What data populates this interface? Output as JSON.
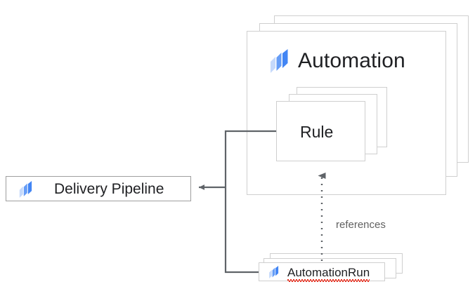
{
  "diagram": {
    "type": "architecture-relationship-diagram",
    "background": "#ffffff",
    "palette": {
      "box_border": "#cfcfcf",
      "box_border_dark": "#9e9e9e",
      "text": "#202124",
      "edge_label_text": "#616161",
      "connector": "#5f6368",
      "icon_blue_dark": "#4285f4",
      "icon_blue_mid": "#669df6",
      "icon_blue_light": "#c5d9fb",
      "spellcheck_underline": "#ea3323"
    }
  },
  "nodes": {
    "automation": {
      "label": "Automation",
      "icon": "google-cloud-deploy-icon",
      "stacked": true,
      "stack_count": 3
    },
    "rule": {
      "label": "Rule",
      "stacked": true,
      "stack_count": 3
    },
    "delivery_pipeline": {
      "label": "Delivery Pipeline",
      "icon": "google-cloud-deploy-icon",
      "stacked": false,
      "stack_count": 1
    },
    "automation_run": {
      "label": "AutomationRun",
      "icon": "google-cloud-deploy-icon",
      "stacked": true,
      "stack_count": 3,
      "spellcheck_flagged": true
    }
  },
  "edges": [
    {
      "name": "rule-to-delivery-pipeline",
      "from": "rule",
      "to": "delivery_pipeline",
      "style": "solid",
      "arrow": "filled-triangle",
      "label": ""
    },
    {
      "name": "automation-run-to-delivery-pipeline",
      "from": "automation_run",
      "to": "delivery_pipeline",
      "style": "solid",
      "arrow": "filled-triangle",
      "label": ""
    },
    {
      "name": "automation-run-references-rule",
      "from": "automation_run",
      "to": "rule",
      "style": "dotted",
      "arrow": "filled-triangle",
      "label": "references"
    }
  ]
}
